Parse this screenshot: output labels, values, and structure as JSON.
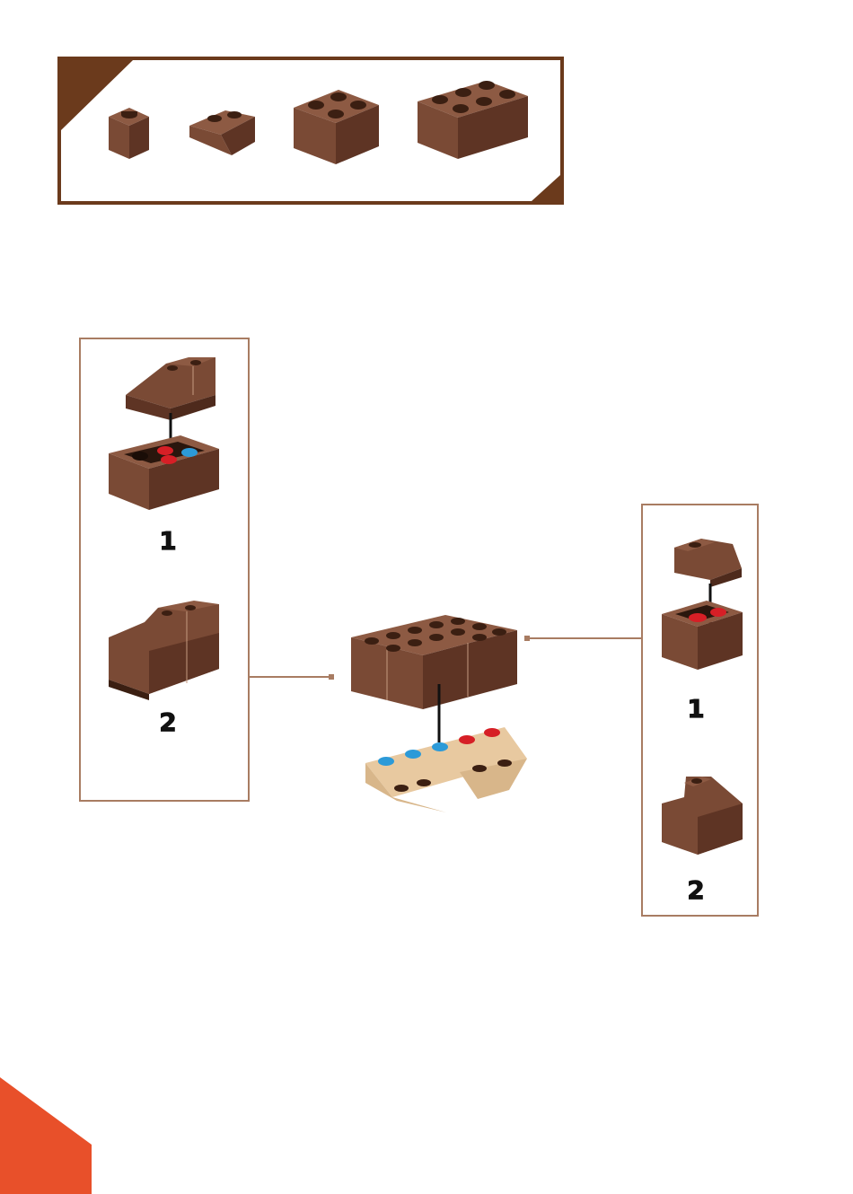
{
  "parts_list": {
    "items": [
      {
        "icon": "brick-1x1-icon"
      },
      {
        "icon": "slope-2x1-icon"
      },
      {
        "icon": "brick-2x2-icon"
      },
      {
        "icon": "brick-2x3-icon"
      }
    ]
  },
  "left_panel": {
    "steps": [
      {
        "number": "1"
      },
      {
        "number": "2"
      }
    ]
  },
  "right_panel": {
    "steps": [
      {
        "number": "1"
      },
      {
        "number": "2"
      }
    ]
  },
  "colors": {
    "brick_brown": "#7a4a35",
    "brick_dark": "#5a3020",
    "brick_top": "#8d5a43",
    "stud": "#3b1f12",
    "tan": "#e8c9a0",
    "red_stud": "#d61f26",
    "blue_stud": "#2c9ad8",
    "border_brown": "#6b3a1c",
    "connector": "#a87c62",
    "corner_accent": "#e8502a"
  }
}
